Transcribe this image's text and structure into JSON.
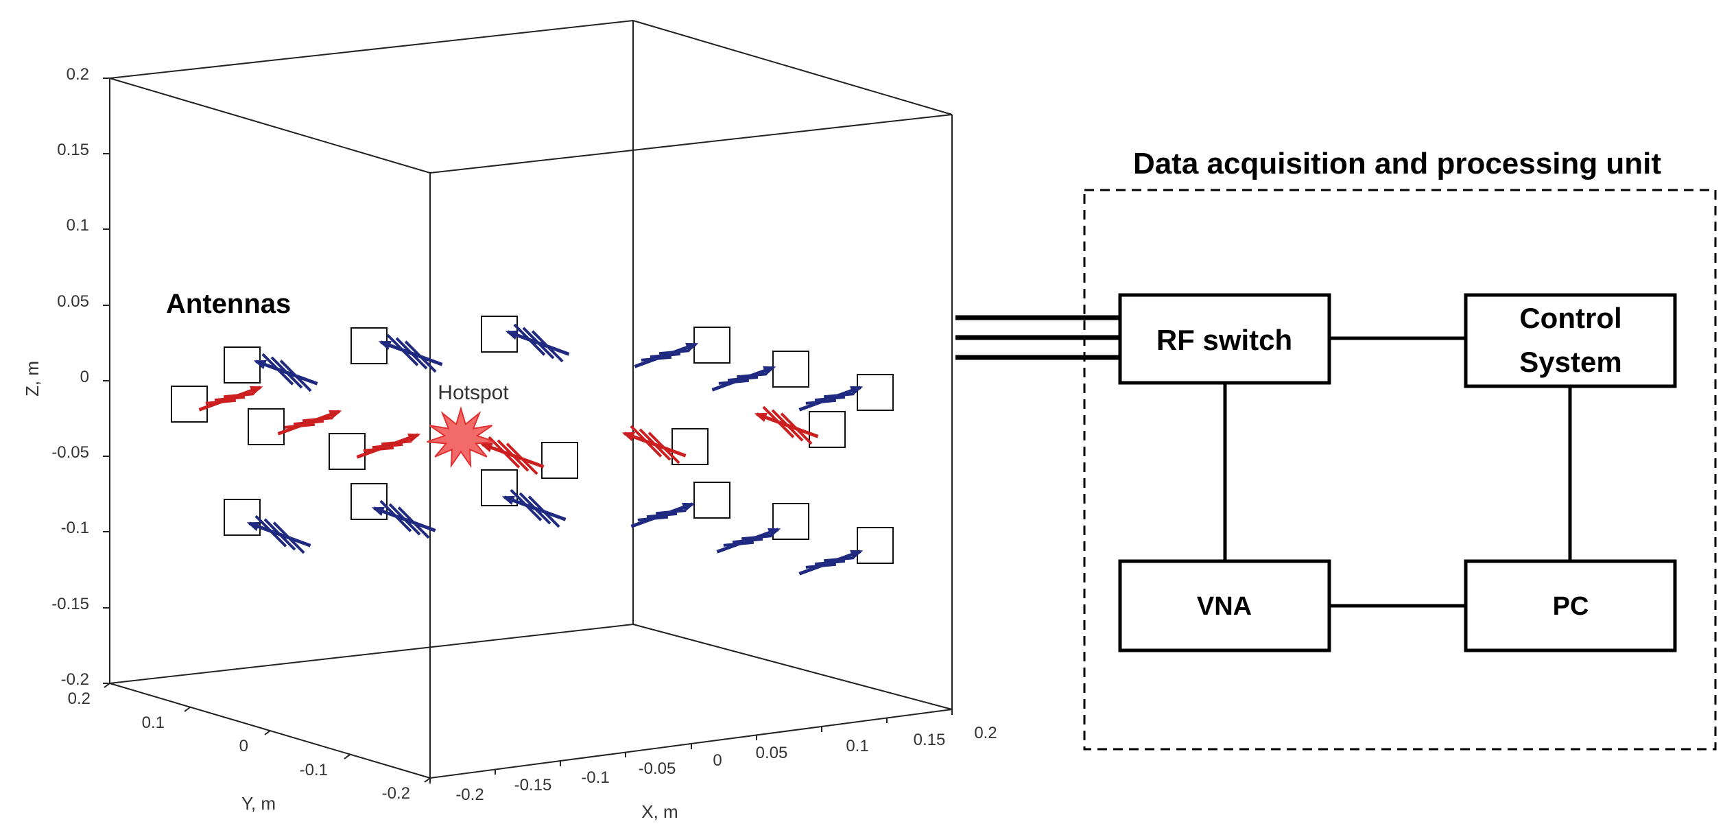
{
  "plot": {
    "z_axis_label": "Z, m",
    "y_axis_label": "Y, m",
    "x_axis_label": "X, m",
    "z_ticks": [
      "0.2",
      "0.15",
      "0.1",
      "0.05",
      "0",
      "-0.05",
      "-0.1",
      "-0.15",
      "-0.2"
    ],
    "y_ticks": [
      "0.2",
      "0.1",
      "0",
      "-0.1",
      "-0.2"
    ],
    "x_ticks": [
      "-0.2",
      "-0.15",
      "-0.1",
      "-0.05",
      "0",
      "0.05",
      "0.1",
      "0.15",
      "0.2"
    ],
    "antennas_label": "Antennas",
    "hotspot_label": "Hotspot",
    "colors": {
      "active_antenna": "#cc2020",
      "passive_antenna": "#1f2a80",
      "hotspot_fill": "#f26b6b",
      "hotspot_stroke": "#e03030"
    }
  },
  "acquisition_unit": {
    "title": "Data acquisition and processing unit",
    "rf_switch_label": "RF switch",
    "control_system_label_line1": "Control",
    "control_system_label_line2": "System",
    "vna_label": "VNA",
    "pc_label": "PC"
  }
}
